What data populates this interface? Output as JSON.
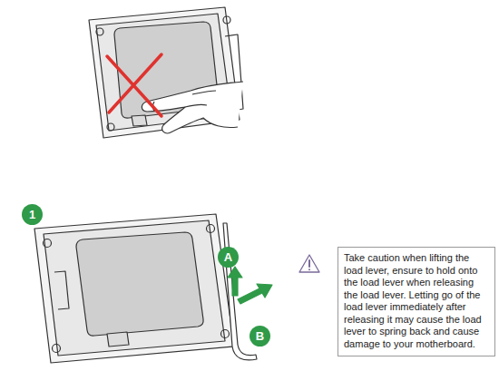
{
  "diagram": {
    "nodes": [
      {
        "text": [
          "1"
        ]
      },
      {
        "text": [
          "A"
        ]
      },
      {
        "text": [
          "B"
        ]
      },
      {
        "text": [
          "Take caution when lifting the load lever, ensure to hold onto the load lever when releasing the load lever. Letting go of the load lever immediately after releasing it may cause the load lever to spring back and cause damage to your motherboard."
        ]
      }
    ]
  }
}
